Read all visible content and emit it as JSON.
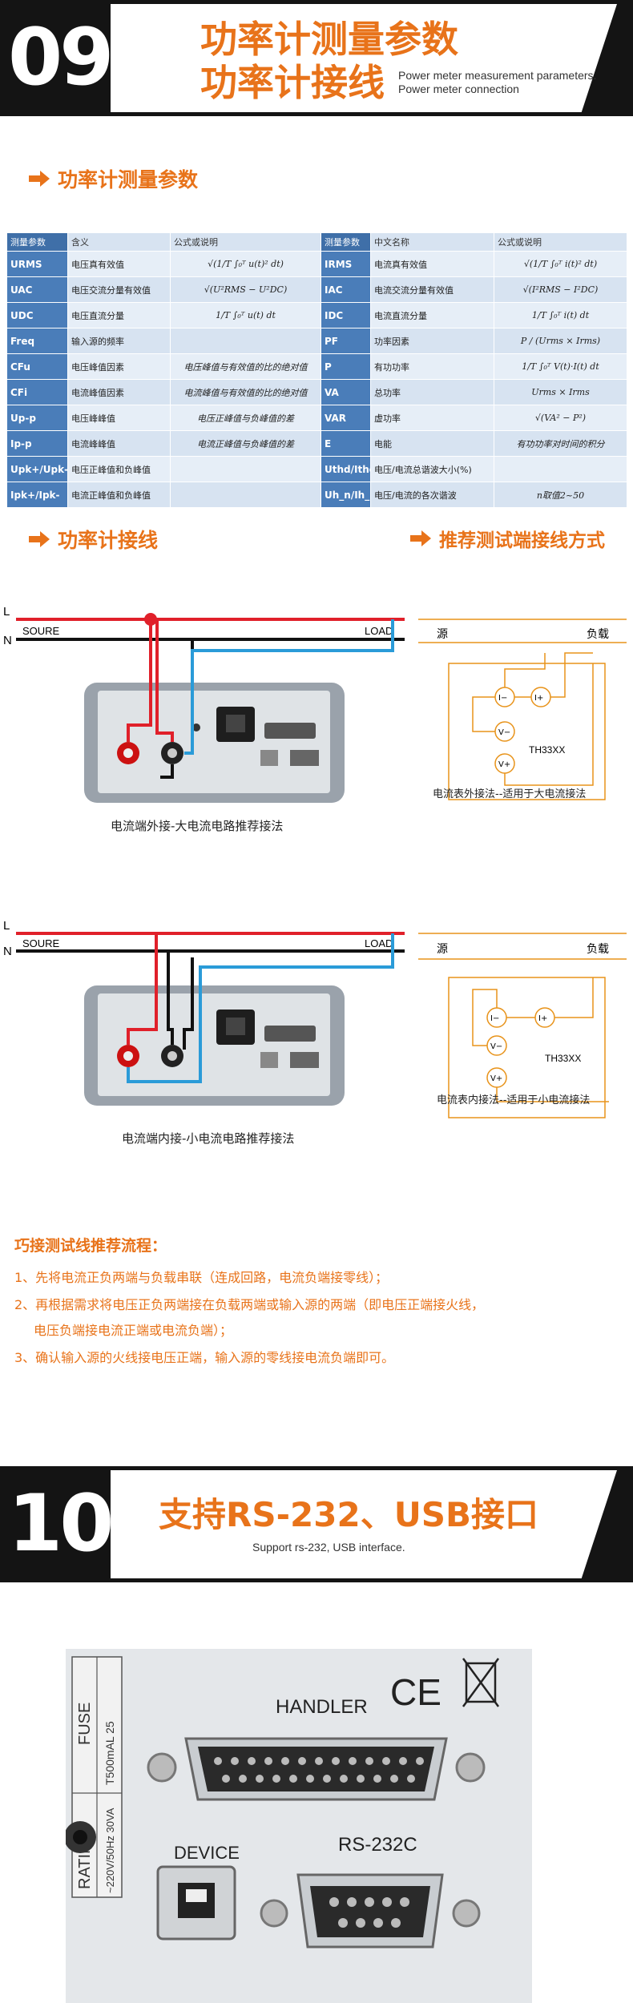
{
  "section09": {
    "number": "09",
    "title_line1": "功率计测量参数",
    "title_line2": "功率计接线",
    "subtitle_en_1": "Power meter measurement parameters.",
    "subtitle_en_2": "Power meter connection"
  },
  "params_heading": "功率计测量参数",
  "table": {
    "headers": [
      "测量参数",
      "含义",
      "公式或说明",
      "测量参数",
      "中文名称",
      "公式或说明"
    ],
    "rows": [
      {
        "sym1": "URMS",
        "name1": "电压真有效值",
        "f1": "√(1/T ∫₀ᵀ u(t)² dt)",
        "sym2": "IRMS",
        "name2": "电流真有效值",
        "f2": "√(1/T ∫₀ᵀ i(t)² dt)"
      },
      {
        "sym1": "UAC",
        "name1": "电压交流分量有效值",
        "f1": "√(U²RMS − U²DC)",
        "sym2": "IAC",
        "name2": "电流交流分量有效值",
        "f2": "√(I²RMS − I²DC)"
      },
      {
        "sym1": "UDC",
        "name1": "电压直流分量",
        "f1": "1/T ∫₀ᵀ u(t) dt",
        "sym2": "IDC",
        "name2": "电流直流分量",
        "f2": "1/T ∫₀ᵀ i(t) dt"
      },
      {
        "sym1": "Freq",
        "name1": "输入源的频率",
        "f1": "",
        "sym2": "PF",
        "name2": "功率因素",
        "f2": "P / (Urms × Irms)"
      },
      {
        "sym1": "CFu",
        "name1": "电压峰值因素",
        "f1": "电压峰值与有效值的比的绝对值",
        "sym2": "P",
        "name2": "有功功率",
        "f2": "1/T ∫₀ᵀ V(t)·I(t) dt"
      },
      {
        "sym1": "CFi",
        "name1": "电流峰值因素",
        "f1": "电流峰值与有效值的比的绝对值",
        "sym2": "VA",
        "name2": "总功率",
        "f2": "Urms × Irms"
      },
      {
        "sym1": "Up-p",
        "name1": "电压峰峰值",
        "f1": "电压正峰值与负峰值的差",
        "sym2": "VAR",
        "name2": "虚功率",
        "f2": "√(VA² − P²)"
      },
      {
        "sym1": "Ip-p",
        "name1": "电流峰峰值",
        "f1": "电流正峰值与负峰值的差",
        "sym2": "E",
        "name2": "电能",
        "f2": "有功功率对时间的积分"
      },
      {
        "sym1": "Upk+/Upk-",
        "name1": "电压正峰值和负峰值",
        "f1": "",
        "sym2": "Uthd/Ithd",
        "name2": "电压/电流总谐波大小(%)",
        "f2": ""
      },
      {
        "sym1": "Ipk+/Ipk-",
        "name1": "电流正峰值和负峰值",
        "f1": "",
        "sym2": "Uh_n/Ih_n",
        "name2": "电压/电流的各次谐波",
        "f2": "n取值2~50"
      }
    ]
  },
  "wiring_heading": "功率计接线",
  "recommended_heading": "推荐测试端接线方式",
  "diagram": {
    "line_L": "L",
    "line_N": "N",
    "source_label": "SOURE",
    "load_label": "LOAD",
    "schem_source": "源",
    "schem_load": "负载",
    "term_i_minus": "I−",
    "term_i_plus": "I+",
    "term_v_minus": "V−",
    "term_v_plus": "V+",
    "model": "TH33XX"
  },
  "caption_external_main": "电流端外接-大电流电路推荐接法",
  "caption_external_small": "电流表外接法--适用于大电流接法",
  "caption_internal_main": "电流端内接-小电流电路推荐接法",
  "caption_internal_small": "电流表内接法--适用于小电流接法",
  "tips": {
    "title": "巧接测试线推荐流程：",
    "items": [
      "1、先将电流正负两端与负载串联（连成回路，电流负端接零线）；",
      "2、再根据需求将电压正负两端接在负载两端或输入源的两端（即电压正端接火线，",
      "电压负端接电流正端或电流负端）；",
      "3、确认输入源的火线接电压正端，输入源的零线接电流负端即可。"
    ]
  },
  "section10": {
    "number": "10",
    "title": "支持RS-232、USB接口",
    "subtitle_en": "Support rs-232, USB interface."
  },
  "panel": {
    "fuse": "FUSE",
    "fuse_spec": "T500mAL 25",
    "rating": "RATING",
    "rating_spec": "~220V/50Hz 30VA",
    "handler": "HANDLER",
    "device": "DEVICE",
    "rs232c": "RS-232C",
    "ce": "CE"
  },
  "colors": {
    "accent": "#e8731a",
    "header_bg": "#141414",
    "table_head": "#3f6fa8",
    "table_sym": "#4a7db9",
    "wire_red": "#e0202a",
    "wire_black": "#111111",
    "wire_blue": "#2a9bd8",
    "schem_line": "#e8931a"
  }
}
